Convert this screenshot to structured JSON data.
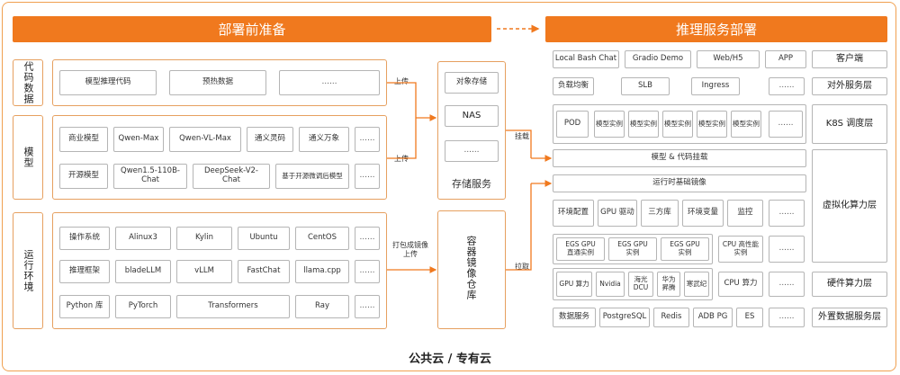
{
  "banners": {
    "left": "部署前准备",
    "right": "推理服务部署"
  },
  "left": {
    "side_labels": [
      "代码数据",
      "模型",
      "运行环境"
    ],
    "code_row": [
      "模型推理代码",
      "预热数据",
      "……"
    ],
    "model_row1": [
      "商业模型",
      "Qwen-Max",
      "Qwen-VL-Max",
      "通义灵码",
      "通义万象",
      "……"
    ],
    "model_row2": [
      "开源模型",
      "Qwen1.5-110B-\nChat",
      "DeepSeek-V2-\nChat",
      "基于开源微调后模型",
      "……"
    ],
    "env_row1": [
      "操作系统",
      "Alinux3",
      "Kylin",
      "Ubuntu",
      "CentOS",
      "……"
    ],
    "env_row2": [
      "推理框架",
      "bladeLLM",
      "vLLM",
      "FastChat",
      "llama.cpp",
      "……"
    ],
    "env_row3": [
      "Python 库",
      "PyTorch",
      "Transformers",
      "Ray",
      "……"
    ]
  },
  "annotations": {
    "upload1": "上传",
    "upload2": "上传",
    "pack_upload": "打包成镜像\n上传",
    "mount": "挂载",
    "pull": "拉取"
  },
  "storage": {
    "items": [
      "对象存储",
      "NAS",
      "……"
    ],
    "label": "存储服务"
  },
  "registry": {
    "label": "容器镜像仓库"
  },
  "right": {
    "client_row": [
      "Local Bash Chat",
      "Gradio Demo",
      "Web/H5",
      "APP"
    ],
    "client_layer": "客户端",
    "service_row": [
      "负载均衡",
      "SLB",
      "Ingress",
      "……"
    ],
    "service_layer": "对外服务层",
    "k8s_row": [
      "POD",
      "模型实例",
      "模型实例",
      "模型实例",
      "模型实例",
      "模型实例",
      "……"
    ],
    "k8s_layer": "K8S 调度层",
    "mount_bar": "模型 & 代码挂载",
    "runtime_bar": "运行时基础镜像",
    "env_row": [
      "环境配置",
      "GPU 驱动",
      "三方库",
      "环境变量",
      "监控",
      "……"
    ],
    "virtual_layer": "虚拟化算力层",
    "egs": [
      "EGS GPU\n直通实例",
      "EGS GPU\n实例",
      "EGS GPU\n实例"
    ],
    "cpu_high": "CPU 高性能\n实例",
    "dots_egs": "……",
    "gpu_row": [
      "GPU 算力",
      "Nvidia",
      "海光\nDCU",
      "华为\n昇腾",
      "寒武纪"
    ],
    "cpu_compute": "CPU 算力",
    "dots_gpu": "……",
    "hardware_layer": "硬件算力层",
    "data_row": [
      "数据服务",
      "PostgreSQL",
      "Redis",
      "ADB PG",
      "ES",
      "……"
    ],
    "data_layer": "外置数据服务层"
  },
  "footer": "公共云 / 专有云",
  "colors": {
    "accent": "#f0791e",
    "border": "#e6a060"
  }
}
